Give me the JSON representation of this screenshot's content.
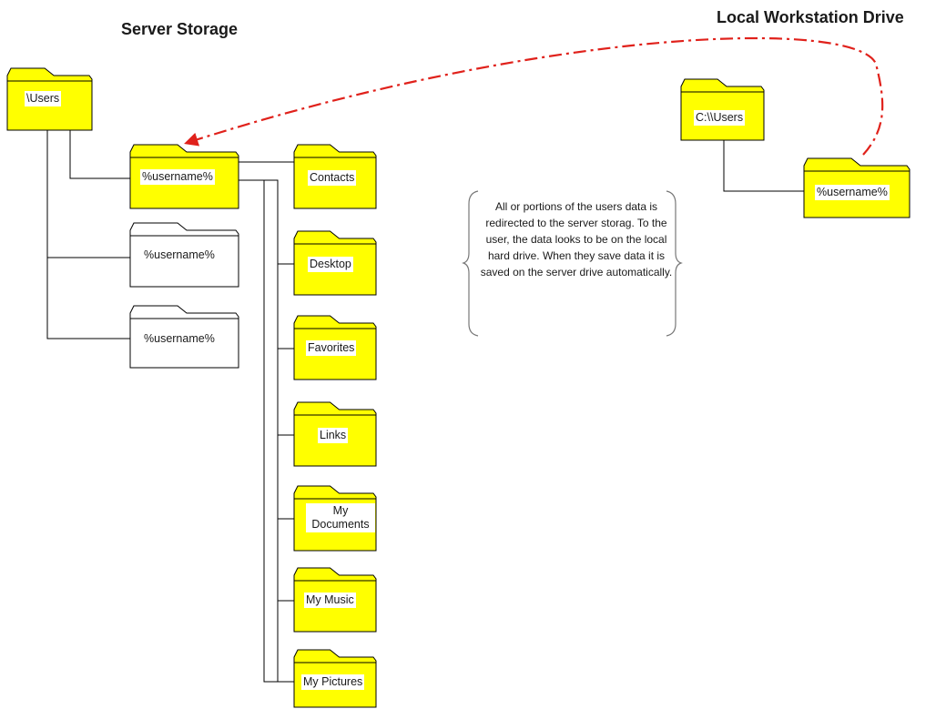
{
  "titles": {
    "server": "Server Storage",
    "local": "Local Workstation Drive"
  },
  "colors": {
    "folder_fill": "#ffff00",
    "folder_empty": "#ffffff",
    "outline": "#000000",
    "redirect_arrow": "#e0211b"
  },
  "server": {
    "root": "\\Users",
    "user_main": "%username%",
    "user_2": "%username%",
    "user_3": "%username%",
    "subfolders": [
      "Contacts",
      "Desktop",
      "Favorites",
      "Links",
      "My Documents",
      "My Music",
      "My Pictures"
    ]
  },
  "local": {
    "root": "C:\\\\Users",
    "user": "%username%"
  },
  "note": {
    "text": "All or portions of the users data is redirected to the server storag. To the user, the data looks to be on the local hard drive. When they save data it is saved on the server drive automatically."
  },
  "icons": {
    "folder": "folder-icon",
    "brace": "curly-brace-icon",
    "arrow": "dash-dot-arrow"
  }
}
